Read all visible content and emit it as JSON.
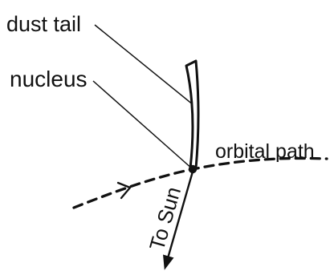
{
  "diagram": {
    "labels": {
      "dust_tail": "dust tail",
      "nucleus": "nucleus",
      "orbital_path": "orbital path",
      "to_sun": "To Sun"
    }
  }
}
